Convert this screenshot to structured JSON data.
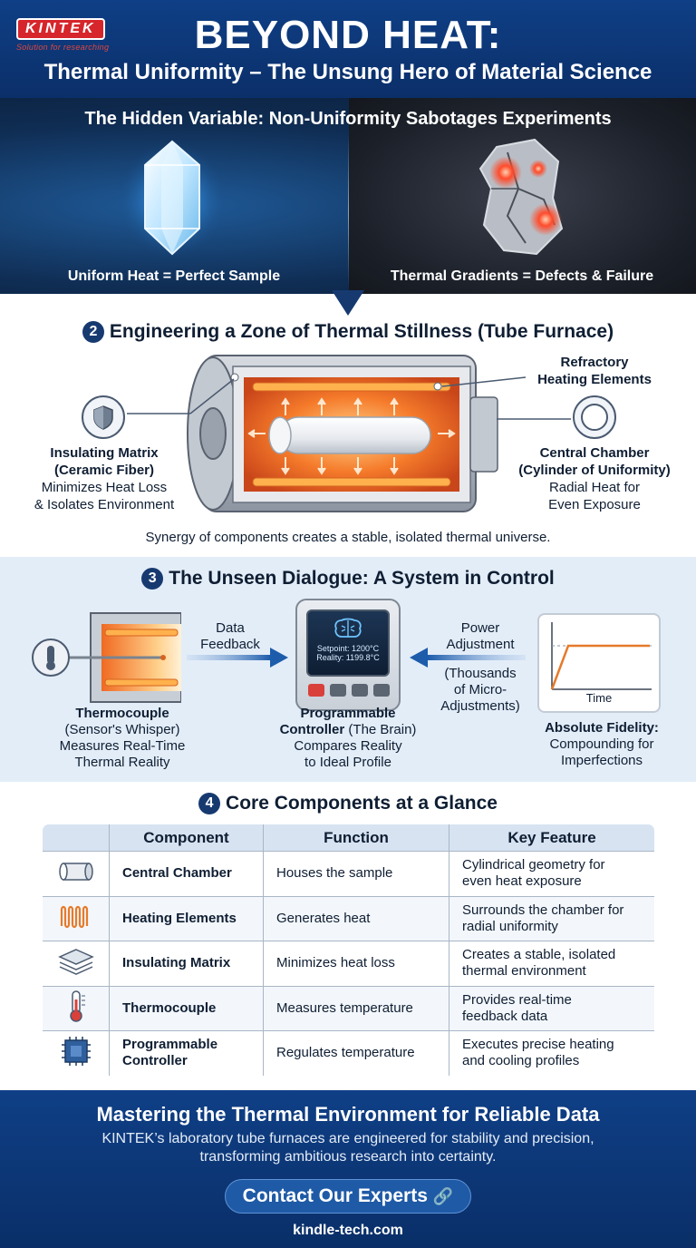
{
  "header": {
    "logo_text": "KINTEK",
    "logo_tagline": "Solution for researching",
    "title": "BEYOND HEAT:",
    "subtitle": "Thermal Uniformity – The Unsung Hero of Material Science"
  },
  "section1": {
    "title": "The Hidden Variable: Non-Uniformity Sabotages Experiments",
    "left_caption": "Uniform Heat = Perfect Sample",
    "right_caption": "Thermal Gradients = Defects & Failure"
  },
  "section2": {
    "number": "2",
    "title": "Engineering a Zone of Thermal Stillness (Tube Furnace)",
    "refractory_title": "Refractory",
    "refractory_title2": "Heating Elements",
    "insulating_title": "Insulating Matrix",
    "insulating_title2": "(Ceramic Fiber)",
    "insulating_desc1": "Minimizes Heat Loss",
    "insulating_desc2": "& Isolates Environment",
    "chamber_title": "Central Chamber",
    "chamber_title2": "(Cylinder of Uniformity)",
    "chamber_desc1": "Radial Heat for",
    "chamber_desc2": "Even Exposure",
    "synergy": "Synergy of components creates a stable, isolated thermal universe."
  },
  "section3": {
    "number": "3",
    "title": "The Unseen Dialogue: A System in Control",
    "data_feedback1": "Data",
    "data_feedback2": "Feedback",
    "power_adj1": "Power",
    "power_adj2": "Adjustment",
    "thousands1": "(Thousands",
    "thousands2": "of Micro-",
    "thousands3": "Adjustments)",
    "setpoint": "Setpoint: 1200°C",
    "reality": "Reality: 1199.8°C",
    "graph_time": "Time",
    "thermo_title": "Thermocouple",
    "thermo_sub": "(Sensor's Whisper)",
    "thermo_desc1": "Measures Real-Time",
    "thermo_desc2": "Thermal Reality",
    "ctrl_title": "Programmable",
    "ctrl_title2": "Controller",
    "ctrl_sub": "(The Brain)",
    "ctrl_desc1": "Compares Reality",
    "ctrl_desc2": "to Ideal Profile",
    "fidelity_title": "Absolute Fidelity:",
    "fidelity_desc1": "Compounding for",
    "fidelity_desc2": "Imperfections"
  },
  "section4": {
    "number": "4",
    "title": "Core Components at a Glance",
    "headers": [
      "",
      "Component",
      "Function",
      "Key Feature"
    ],
    "rows": [
      {
        "icon": "cylinder-icon",
        "component": "Central Chamber",
        "function": "Houses the sample",
        "feature1": "Cylindrical geometry for",
        "feature2": "even heat exposure"
      },
      {
        "icon": "coil-icon",
        "component": "Heating Elements",
        "function": "Generates heat",
        "feature1": "Surrounds the chamber for",
        "feature2": "radial uniformity"
      },
      {
        "icon": "layers-icon",
        "component": "Insulating Matrix",
        "function": "Minimizes heat loss",
        "feature1": "Creates a stable, isolated",
        "feature2": "thermal environment"
      },
      {
        "icon": "thermometer-icon",
        "component": "Thermocouple",
        "function": "Measures temperature",
        "feature1": "Provides real-time",
        "feature2": "feedback data"
      },
      {
        "icon": "chip-icon",
        "component1": "Programmable",
        "component2": "Controller",
        "function": "Regulates temperature",
        "feature1": "Executes precise heating",
        "feature2": "and cooling profiles"
      }
    ]
  },
  "footer": {
    "title": "Mastering the Thermal Environment for Reliable Data",
    "text1": "KINTEK’s laboratory tube furnaces are engineered for stability and precision,",
    "text2": "transforming ambitious research into certainty.",
    "cta": "Contact Our Experts",
    "url": "kindle-tech.com"
  },
  "colors": {
    "navy": "#0b2f69",
    "brand_red": "#d6252b",
    "heat_orange": "#f07a2a",
    "light_blue_bg": "#e3edf8"
  }
}
